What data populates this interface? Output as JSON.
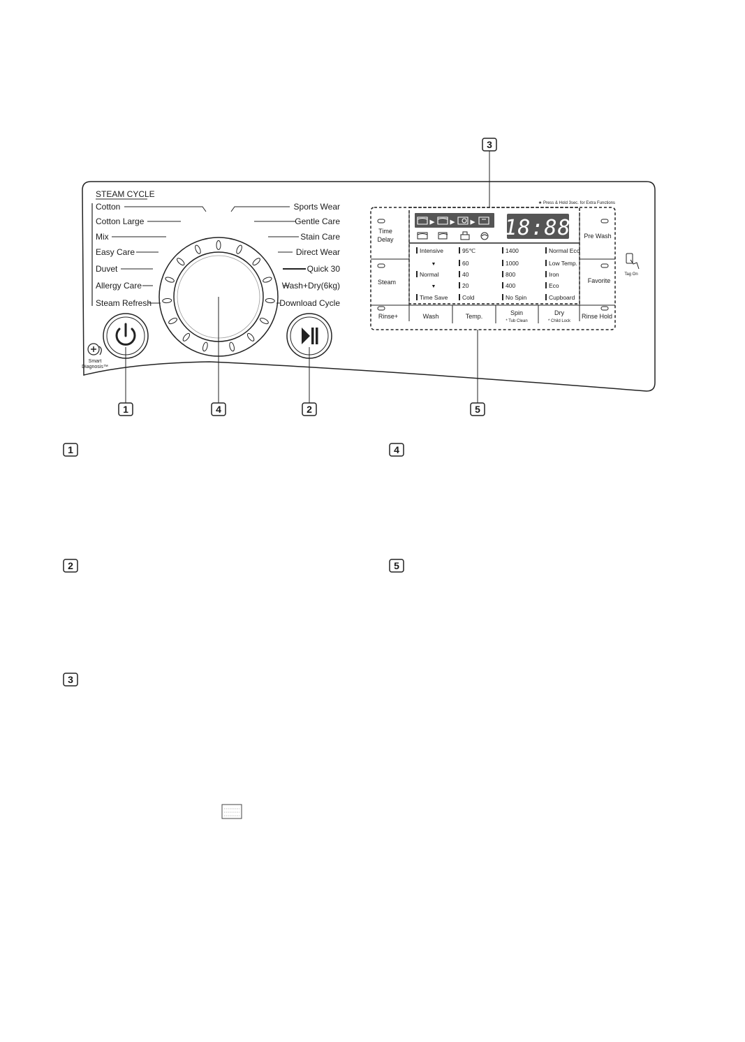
{
  "panel": {
    "steam_cycle_title": "STEAM CYCLE",
    "cycles_left": [
      "Cotton",
      "Cotton Large",
      "Mix",
      "Easy Care",
      "Duvet",
      "Allergy Care",
      "Steam Refresh"
    ],
    "cycles_right": [
      "Sports Wear",
      "Gentle Care",
      "Stain Care",
      "Direct Wear",
      "Quick 30",
      "Wash+Dry(6kg)",
      "Download Cycle"
    ],
    "smart_diagnosis": [
      "Smart",
      "Diagnosis™"
    ],
    "tag_on": "Tag On",
    "press_hold_note": "★ Press & Hold 3sec. for Extra Functions"
  },
  "display": {
    "time_readout": "18:88",
    "left_buttons": [
      {
        "label_lines": [
          "Time",
          "Delay"
        ]
      },
      {
        "label_lines": [
          "Steam"
        ]
      }
    ],
    "right_buttons": [
      {
        "label_lines": [
          "Pre Wash"
        ]
      },
      {
        "label_lines": [
          "Favorite"
        ]
      }
    ],
    "columns": {
      "wash": [
        "Intensive",
        "▼",
        "Normal",
        "▼",
        "Time Save"
      ],
      "temp": [
        "95℃",
        "60",
        "40",
        "20",
        "Cold"
      ],
      "spin": [
        "1400",
        "1000",
        "800",
        "400",
        "No Spin"
      ],
      "dry": [
        "Normal Eco",
        "Low Temp.",
        "Iron",
        "Eco",
        "Cupboard"
      ]
    },
    "bottom_buttons": [
      {
        "label": "Rinse+",
        "sub": ""
      },
      {
        "label": "Wash",
        "sub": ""
      },
      {
        "label": "Temp.",
        "sub": ""
      },
      {
        "label": "Spin",
        "sub": "* Tub Clean"
      },
      {
        "label": "Dry",
        "sub": "* Child Lock"
      },
      {
        "label": "Rinse Hold",
        "sub": ""
      }
    ]
  },
  "callouts": [
    "1",
    "2",
    "3",
    "4",
    "5"
  ],
  "sections_left": [
    "1",
    "2",
    "3"
  ],
  "sections_right": [
    "4",
    "5"
  ]
}
